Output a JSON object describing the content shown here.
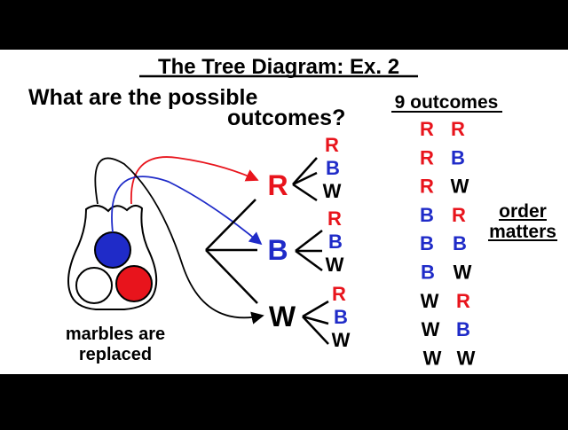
{
  "title": "The Tree Diagram: Ex. 2",
  "question": {
    "line1": "What are the possible",
    "line2": "outcomes?"
  },
  "outcomes_header": "9 outcomes",
  "note": {
    "line1": "order",
    "line2": "matters"
  },
  "caption": {
    "line1": "marbles are",
    "line2": "replaced"
  },
  "first_draw": [
    {
      "label": "R",
      "color": "#e8141c"
    },
    {
      "label": "B",
      "color": "#1f2bc8"
    },
    {
      "label": "W",
      "color": "#000000"
    }
  ],
  "second_draw": [
    {
      "label": "R",
      "color": "#e8141c"
    },
    {
      "label": "B",
      "color": "#1f2bc8"
    },
    {
      "label": "W",
      "color": "#000000"
    }
  ],
  "outcomes": [
    [
      "R",
      "R"
    ],
    [
      "R",
      "B"
    ],
    [
      "R",
      "W"
    ],
    [
      "B",
      "R"
    ],
    [
      "B",
      "B"
    ],
    [
      "B",
      "W"
    ],
    [
      "W",
      "R"
    ],
    [
      "W",
      "B"
    ],
    [
      "W",
      "W"
    ]
  ],
  "colors": {
    "R": "#e8141c",
    "B": "#1f2bc8",
    "W": "#000000"
  },
  "marbles": [
    {
      "name": "blue-marble",
      "color": "#1f2bc8"
    },
    {
      "name": "white-marble",
      "color": "#ffffff"
    },
    {
      "name": "red-marble",
      "color": "#e8141c"
    }
  ]
}
